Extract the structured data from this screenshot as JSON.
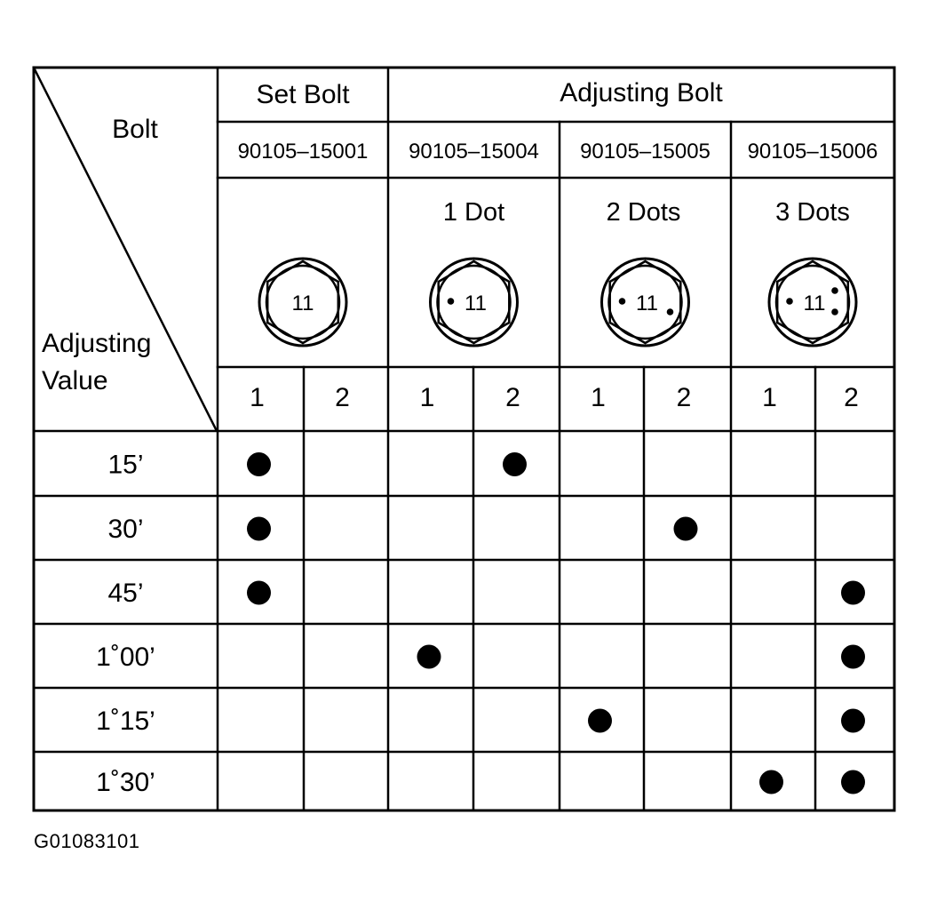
{
  "header": {
    "bolt_label": "Bolt",
    "adjusting_value_line1": "Adjusting",
    "adjusting_value_line2": "Value",
    "set_bolt": "Set Bolt",
    "adjusting_bolt": "Adjusting Bolt"
  },
  "bolts": [
    {
      "part_no": "90105–15001",
      "marking": "",
      "dots": 0,
      "head_number": "11"
    },
    {
      "part_no": "90105–15004",
      "marking": "1 Dot",
      "dots": 1,
      "head_number": "11"
    },
    {
      "part_no": "90105–15005",
      "marking": "2 Dots",
      "dots": 2,
      "head_number": "11"
    },
    {
      "part_no": "90105–15006",
      "marking": "3 Dots",
      "dots": 3,
      "head_number": "11"
    }
  ],
  "sub_columns": [
    "1",
    "2",
    "1",
    "2",
    "1",
    "2",
    "1",
    "2"
  ],
  "rows": [
    {
      "label": "15’",
      "marks": [
        1,
        0,
        0,
        1,
        0,
        0,
        0,
        0
      ]
    },
    {
      "label": "30’",
      "marks": [
        1,
        0,
        0,
        0,
        0,
        1,
        0,
        0
      ]
    },
    {
      "label": "45’",
      "marks": [
        1,
        0,
        0,
        0,
        0,
        0,
        0,
        1
      ]
    },
    {
      "label": "1˚00’",
      "marks": [
        0,
        0,
        1,
        0,
        0,
        0,
        0,
        1
      ]
    },
    {
      "label": "1˚15’",
      "marks": [
        0,
        0,
        0,
        0,
        1,
        0,
        0,
        1
      ]
    },
    {
      "label": "1˚30’",
      "marks": [
        0,
        0,
        0,
        0,
        0,
        0,
        1,
        1
      ]
    }
  ],
  "figure_id": "G01083101",
  "colors": {
    "ink": "#000000",
    "paper": "#ffffff"
  }
}
